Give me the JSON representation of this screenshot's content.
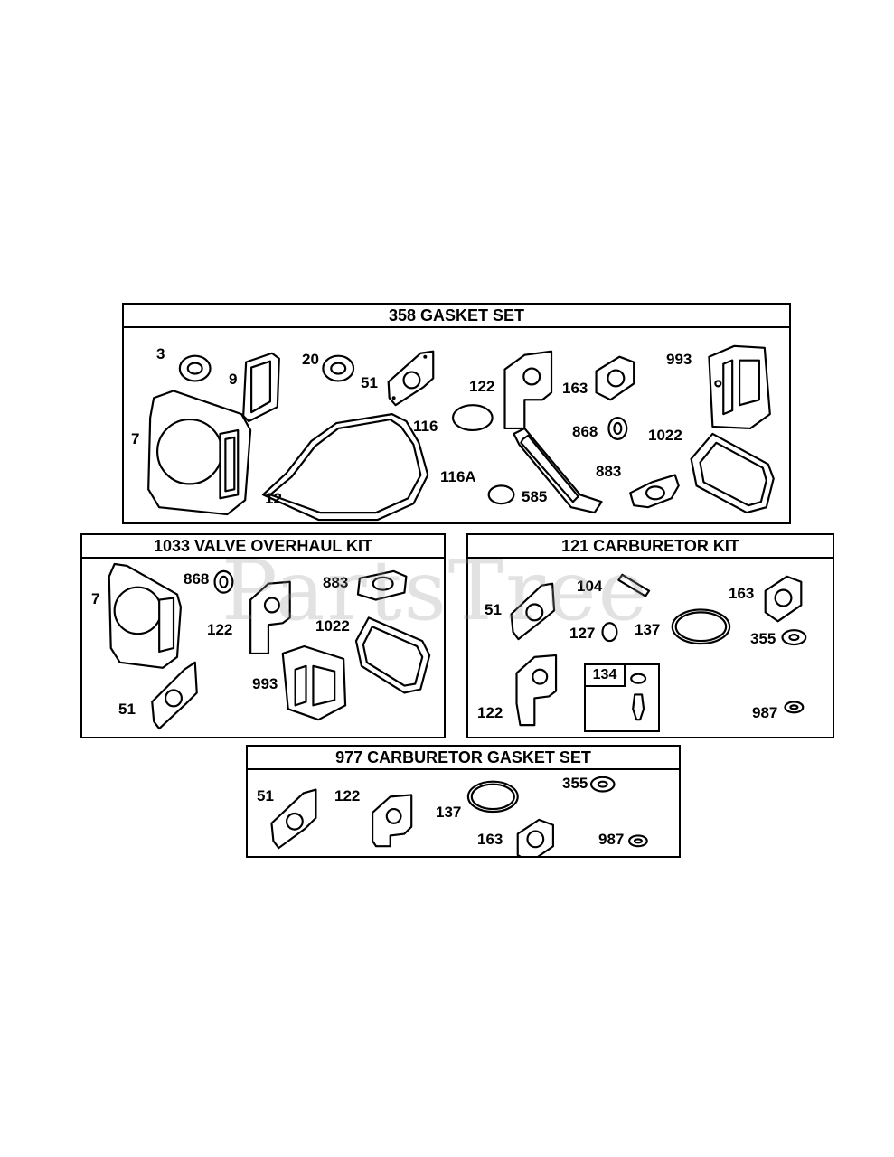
{
  "watermark": "PartsTree",
  "kits": {
    "gasket_set": {
      "title": "358 GASKET SET",
      "labels": [
        "3",
        "20",
        "9",
        "51",
        "122",
        "163",
        "993",
        "7",
        "116",
        "868",
        "1022",
        "12",
        "116A",
        "585",
        "883"
      ]
    },
    "valve_overhaul_kit": {
      "title": "1033 VALVE OVERHAUL KIT",
      "labels": [
        "7",
        "868",
        "883",
        "122",
        "1022",
        "993",
        "51"
      ]
    },
    "carburetor_kit": {
      "title": "121 CARBURETOR KIT",
      "labels": [
        "104",
        "163",
        "51",
        "127",
        "137",
        "355",
        "122",
        "987"
      ],
      "sub_kit_label": "134"
    },
    "carburetor_gasket_set": {
      "title": "977 CARBURETOR  GASKET SET",
      "labels": [
        "51",
        "122",
        "355",
        "137",
        "163",
        "987"
      ]
    }
  }
}
